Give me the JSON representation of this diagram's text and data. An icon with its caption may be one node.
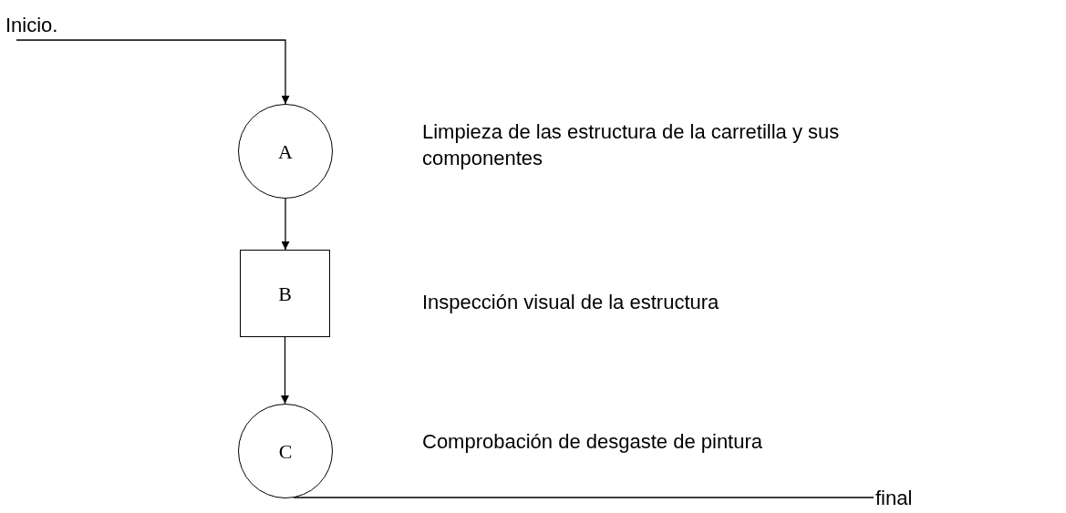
{
  "diagram": {
    "nodes": [
      {
        "text": [
          "Inicio."
        ]
      },
      {
        "text": [
          "A"
        ]
      },
      {
        "text": [
          "B"
        ]
      },
      {
        "text": [
          "C"
        ]
      },
      {
        "text": [
          "final"
        ]
      }
    ],
    "edges": [
      {
        "from": 0,
        "to": 1,
        "arrow": "to"
      },
      {
        "from": 1,
        "to": 2,
        "arrow": "to"
      },
      {
        "from": 2,
        "to": 3,
        "arrow": "to"
      },
      {
        "from": 3,
        "to": 4,
        "arrow": "none"
      }
    ],
    "labels": [
      "Limpieza de las estructura de la carretilla y sus componentes",
      "Inspección visual de la estructura",
      "Comprobación de desgaste de pintura"
    ]
  }
}
